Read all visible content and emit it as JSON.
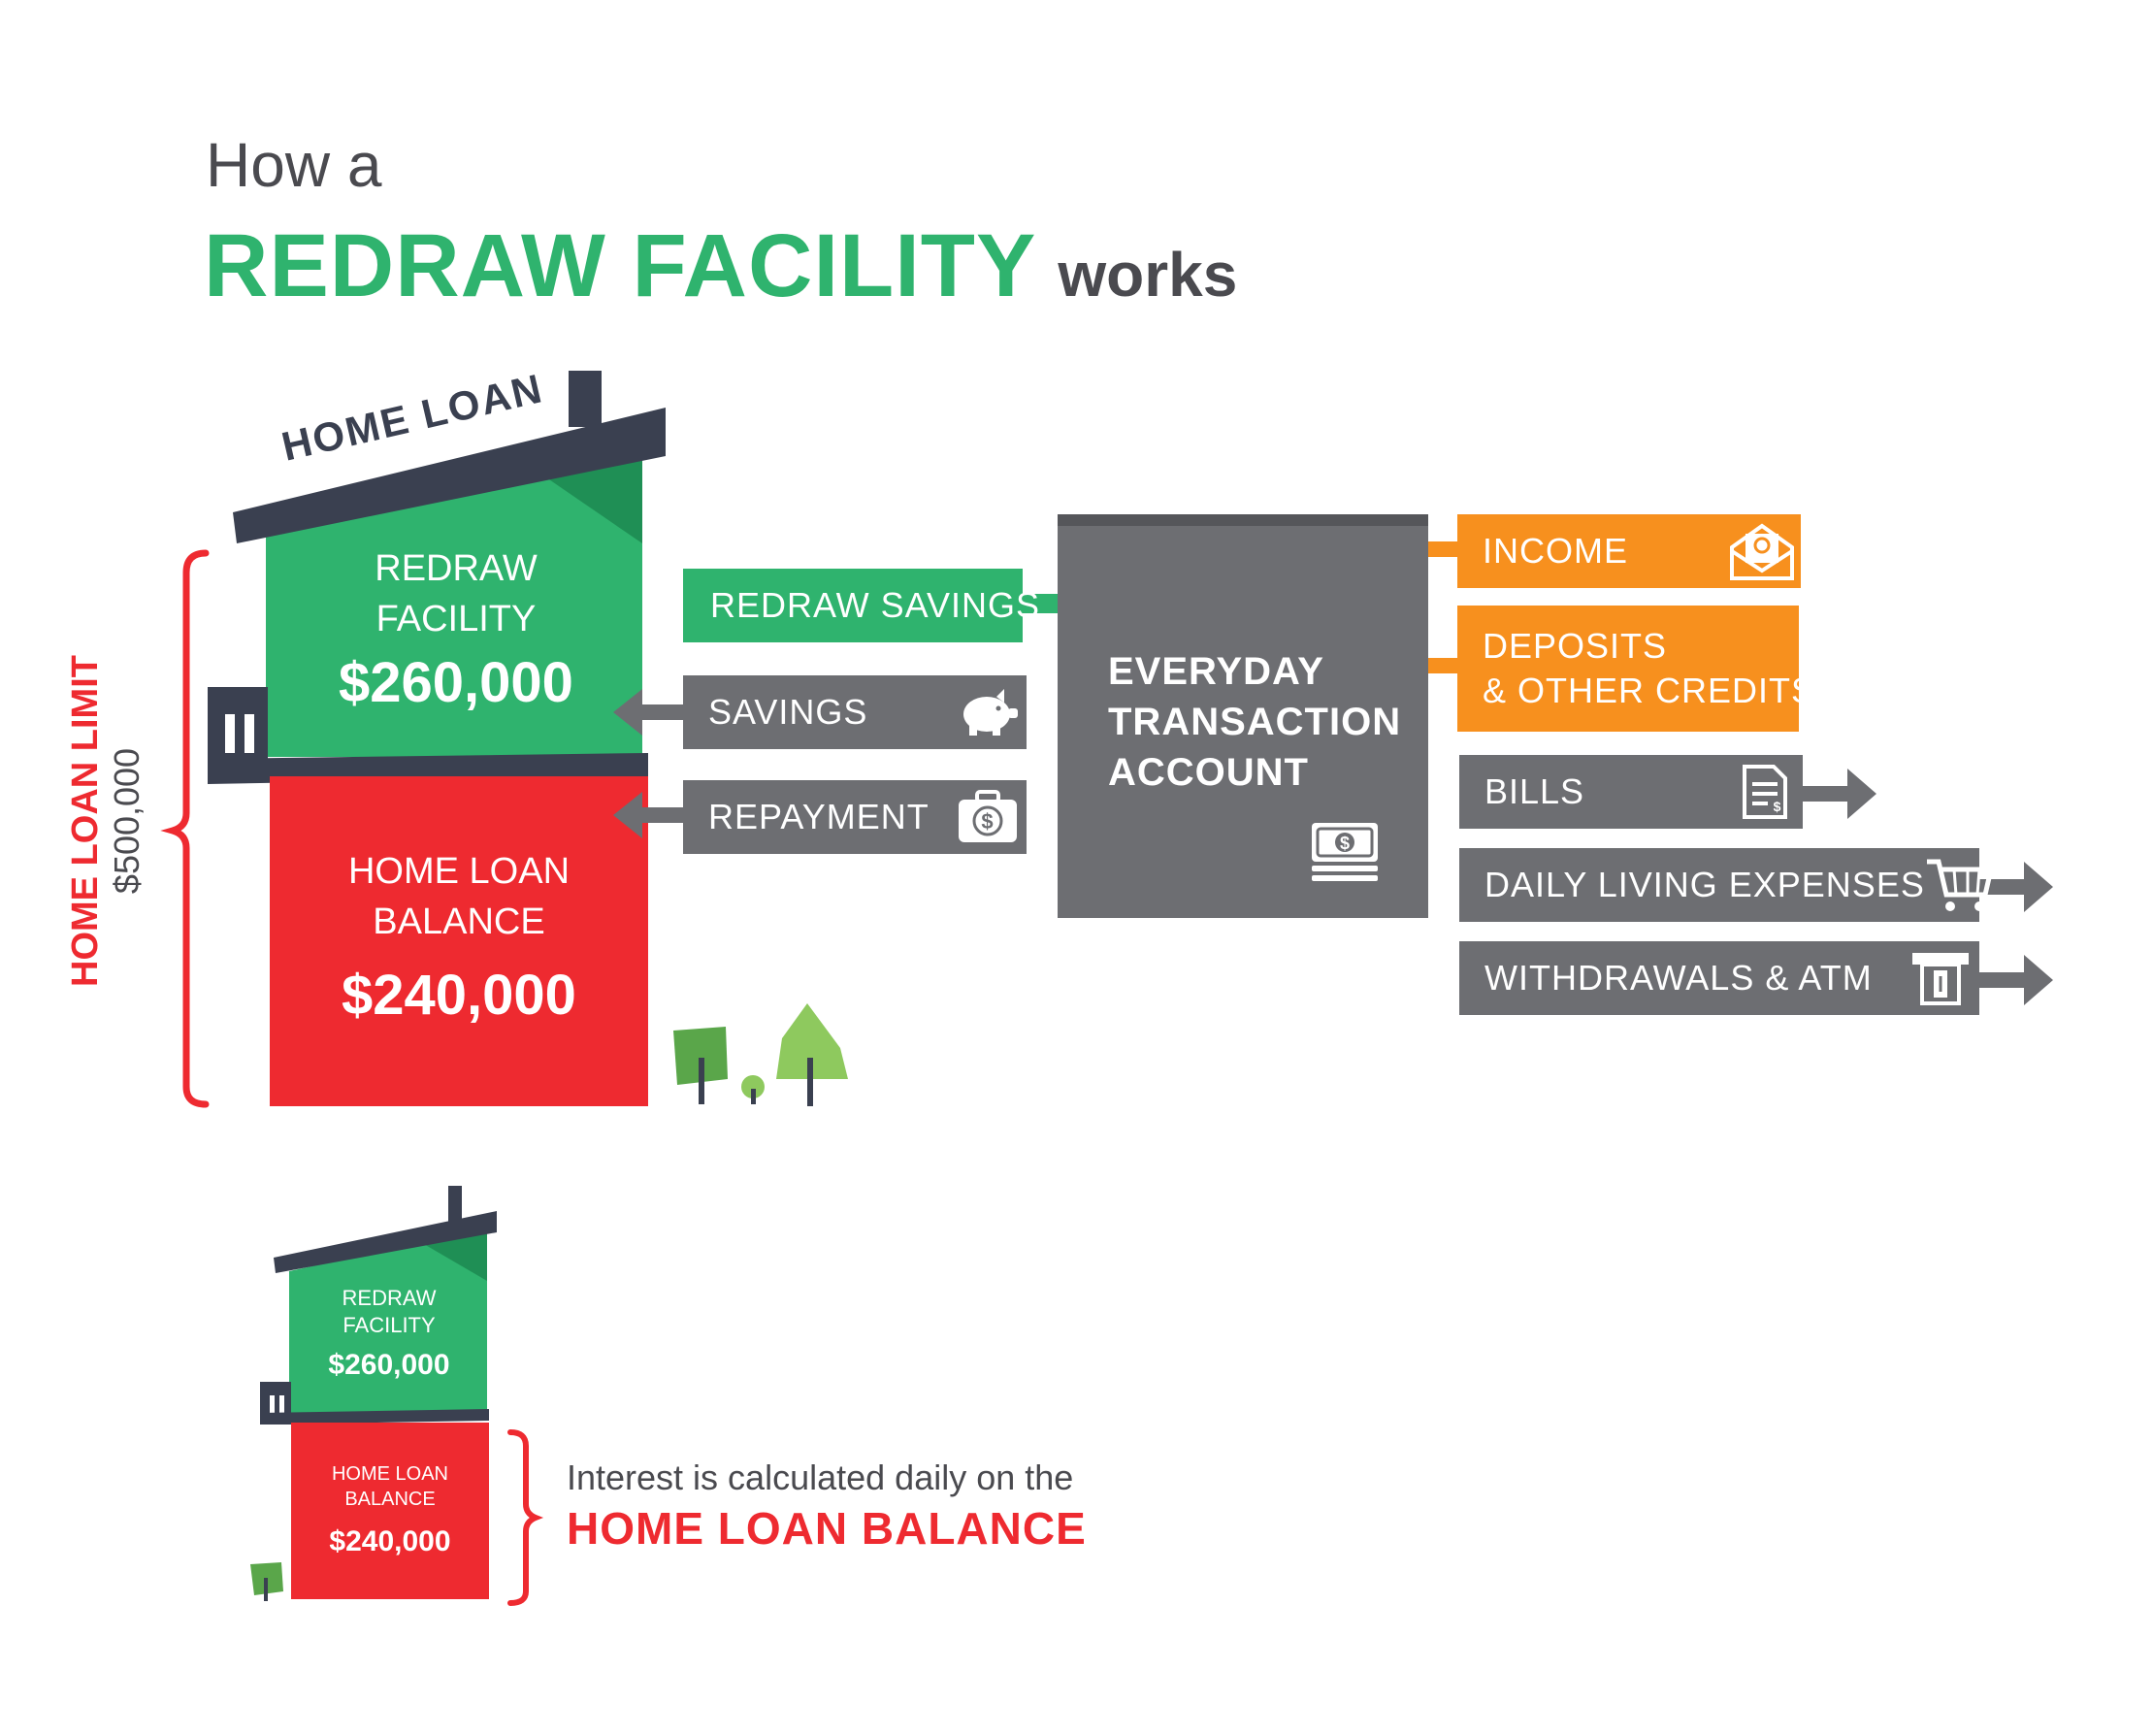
{
  "title": {
    "line1": "How a",
    "highlight": "REDRAW FACILITY",
    "suffix": "works"
  },
  "house": {
    "roof_label": "HOME LOAN",
    "redraw_label_line1": "REDRAW",
    "redraw_label_line2": "FACILITY",
    "redraw_amount": "$260,000",
    "balance_label_line1": "HOME LOAN",
    "balance_label_line2": "BALANCE",
    "balance_amount": "$240,000",
    "limit_label": "HOME LOAN LIMIT",
    "limit_amount": "$500,000"
  },
  "flows": {
    "redraw_savings": "REDRAW SAVINGS",
    "savings": "SAVINGS",
    "repayment": "REPAYMENT"
  },
  "account": {
    "line1": "EVERYDAY",
    "line2": "TRANSACTION",
    "line3": "ACCOUNT"
  },
  "inflows": {
    "income": "INCOME",
    "deposits_line1": "DEPOSITS",
    "deposits_line2": "& OTHER CREDITS"
  },
  "outflows": {
    "bills": "BILLS",
    "daily_living": "DAILY LIVING EXPENSES",
    "withdrawals": "WITHDRAWALS & ATM"
  },
  "small_house": {
    "redraw_line1": "REDRAW",
    "redraw_line2": "FACILITY",
    "redraw_amount": "$260,000",
    "balance_line1": "HOME LOAN",
    "balance_line2": "BALANCE",
    "balance_amount": "$240,000"
  },
  "interest_note": {
    "line1": "Interest is calculated daily on the",
    "line2": "HOME LOAN BALANCE"
  },
  "colors": {
    "green": "#2fb36e",
    "dark_green": "#1f8f55",
    "red": "#ee2a30",
    "orange": "#f7901e",
    "gray": "#6d6e72",
    "navy": "#3a4050",
    "title_gray": "#4a4a4f"
  },
  "icons": [
    "piggy-bank-icon",
    "money-bag-icon",
    "cash-stack-icon",
    "income-envelope-icon",
    "deposit-card-icon",
    "bill-document-icon",
    "shopping-cart-icon",
    "atm-icon",
    "tree-icon"
  ]
}
